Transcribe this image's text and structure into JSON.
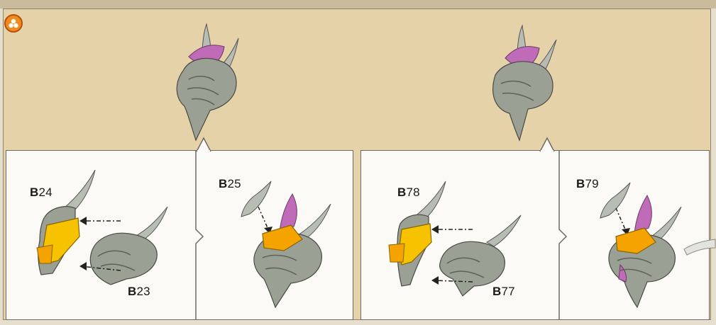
{
  "badge": {
    "icon": "assembly-badge-icon",
    "color": "#f08b1e"
  },
  "colors": {
    "banner": "#e5d2a9",
    "panel": "#fbfaf6",
    "part_orange": "#f5a300",
    "part_yellow": "#f7c300",
    "crest_purple": "#c06bb8",
    "metal_grey": "#9aa094"
  },
  "left_assembly": {
    "step1": {
      "label_top_prefix": "B",
      "label_top_num": "24",
      "label_bottom_prefix": "B",
      "label_bottom_num": "23"
    },
    "step2": {
      "label_prefix": "B",
      "label_num": "25"
    }
  },
  "right_assembly": {
    "step1": {
      "label_top_prefix": "B",
      "label_top_num": "78",
      "label_bottom_prefix": "B",
      "label_bottom_num": "77"
    },
    "step2": {
      "label_prefix": "B",
      "label_num": "79"
    }
  }
}
